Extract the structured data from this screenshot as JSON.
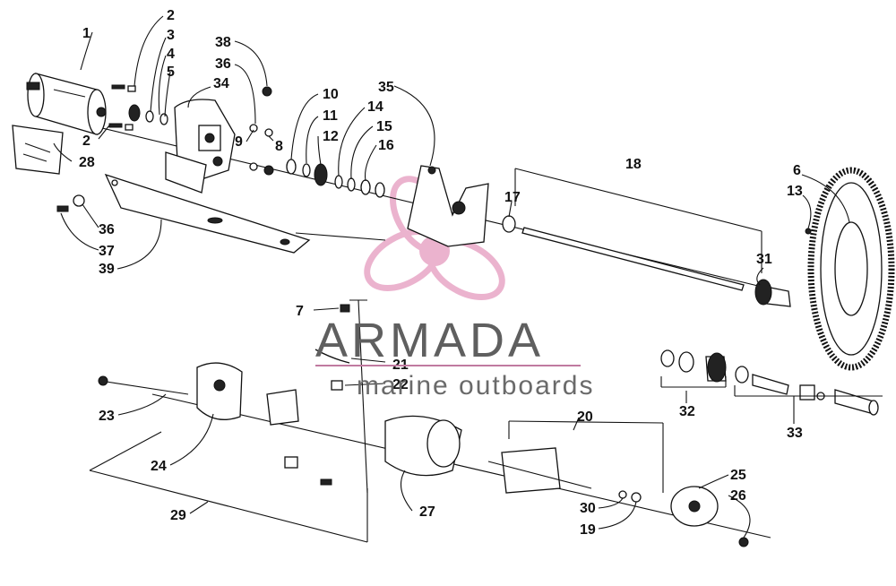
{
  "diagram": {
    "part_labels": [
      "1",
      "2",
      "3",
      "4",
      "5",
      "34",
      "38",
      "36",
      "9",
      "8",
      "10",
      "11",
      "12",
      "14",
      "15",
      "16",
      "35",
      "2",
      "28",
      "18",
      "17",
      "6",
      "13",
      "36",
      "37",
      "39",
      "31",
      "7",
      "21",
      "22",
      "23",
      "24",
      "29",
      "27",
      "20",
      "30",
      "19",
      "25",
      "26",
      "32",
      "33"
    ]
  },
  "watermark": {
    "brand": "ARMADA",
    "tagline": "marine outboards",
    "logo_color": "#e8a6c6"
  }
}
